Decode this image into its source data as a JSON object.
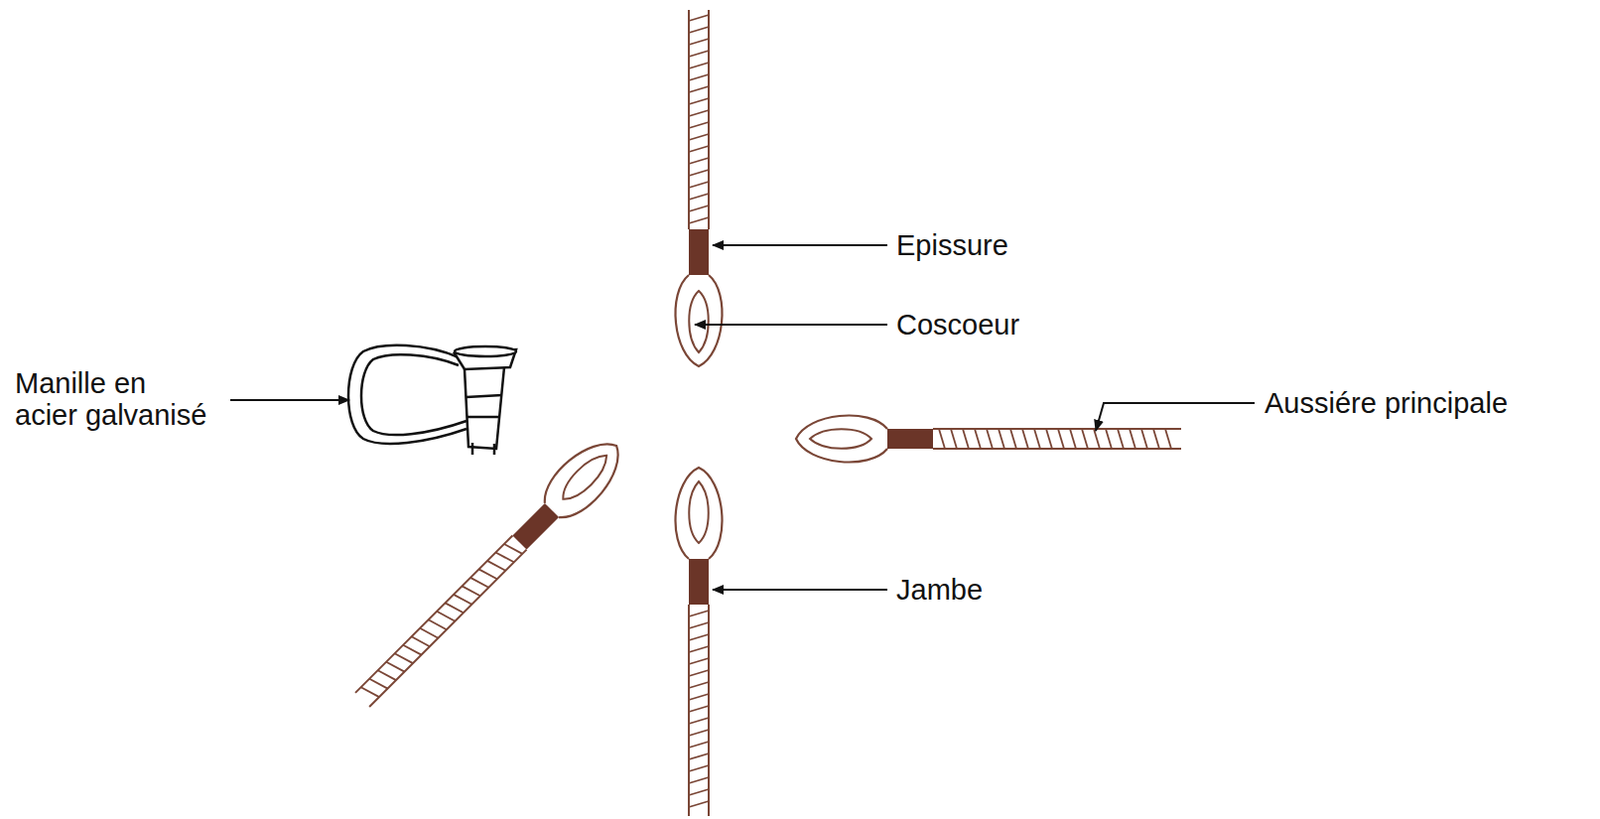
{
  "diagram": {
    "labels": [
      "Epissure",
      "Coscoeur",
      "Manille en acier galvanisé",
      "Aussiére principale",
      "Jambe"
    ]
  }
}
